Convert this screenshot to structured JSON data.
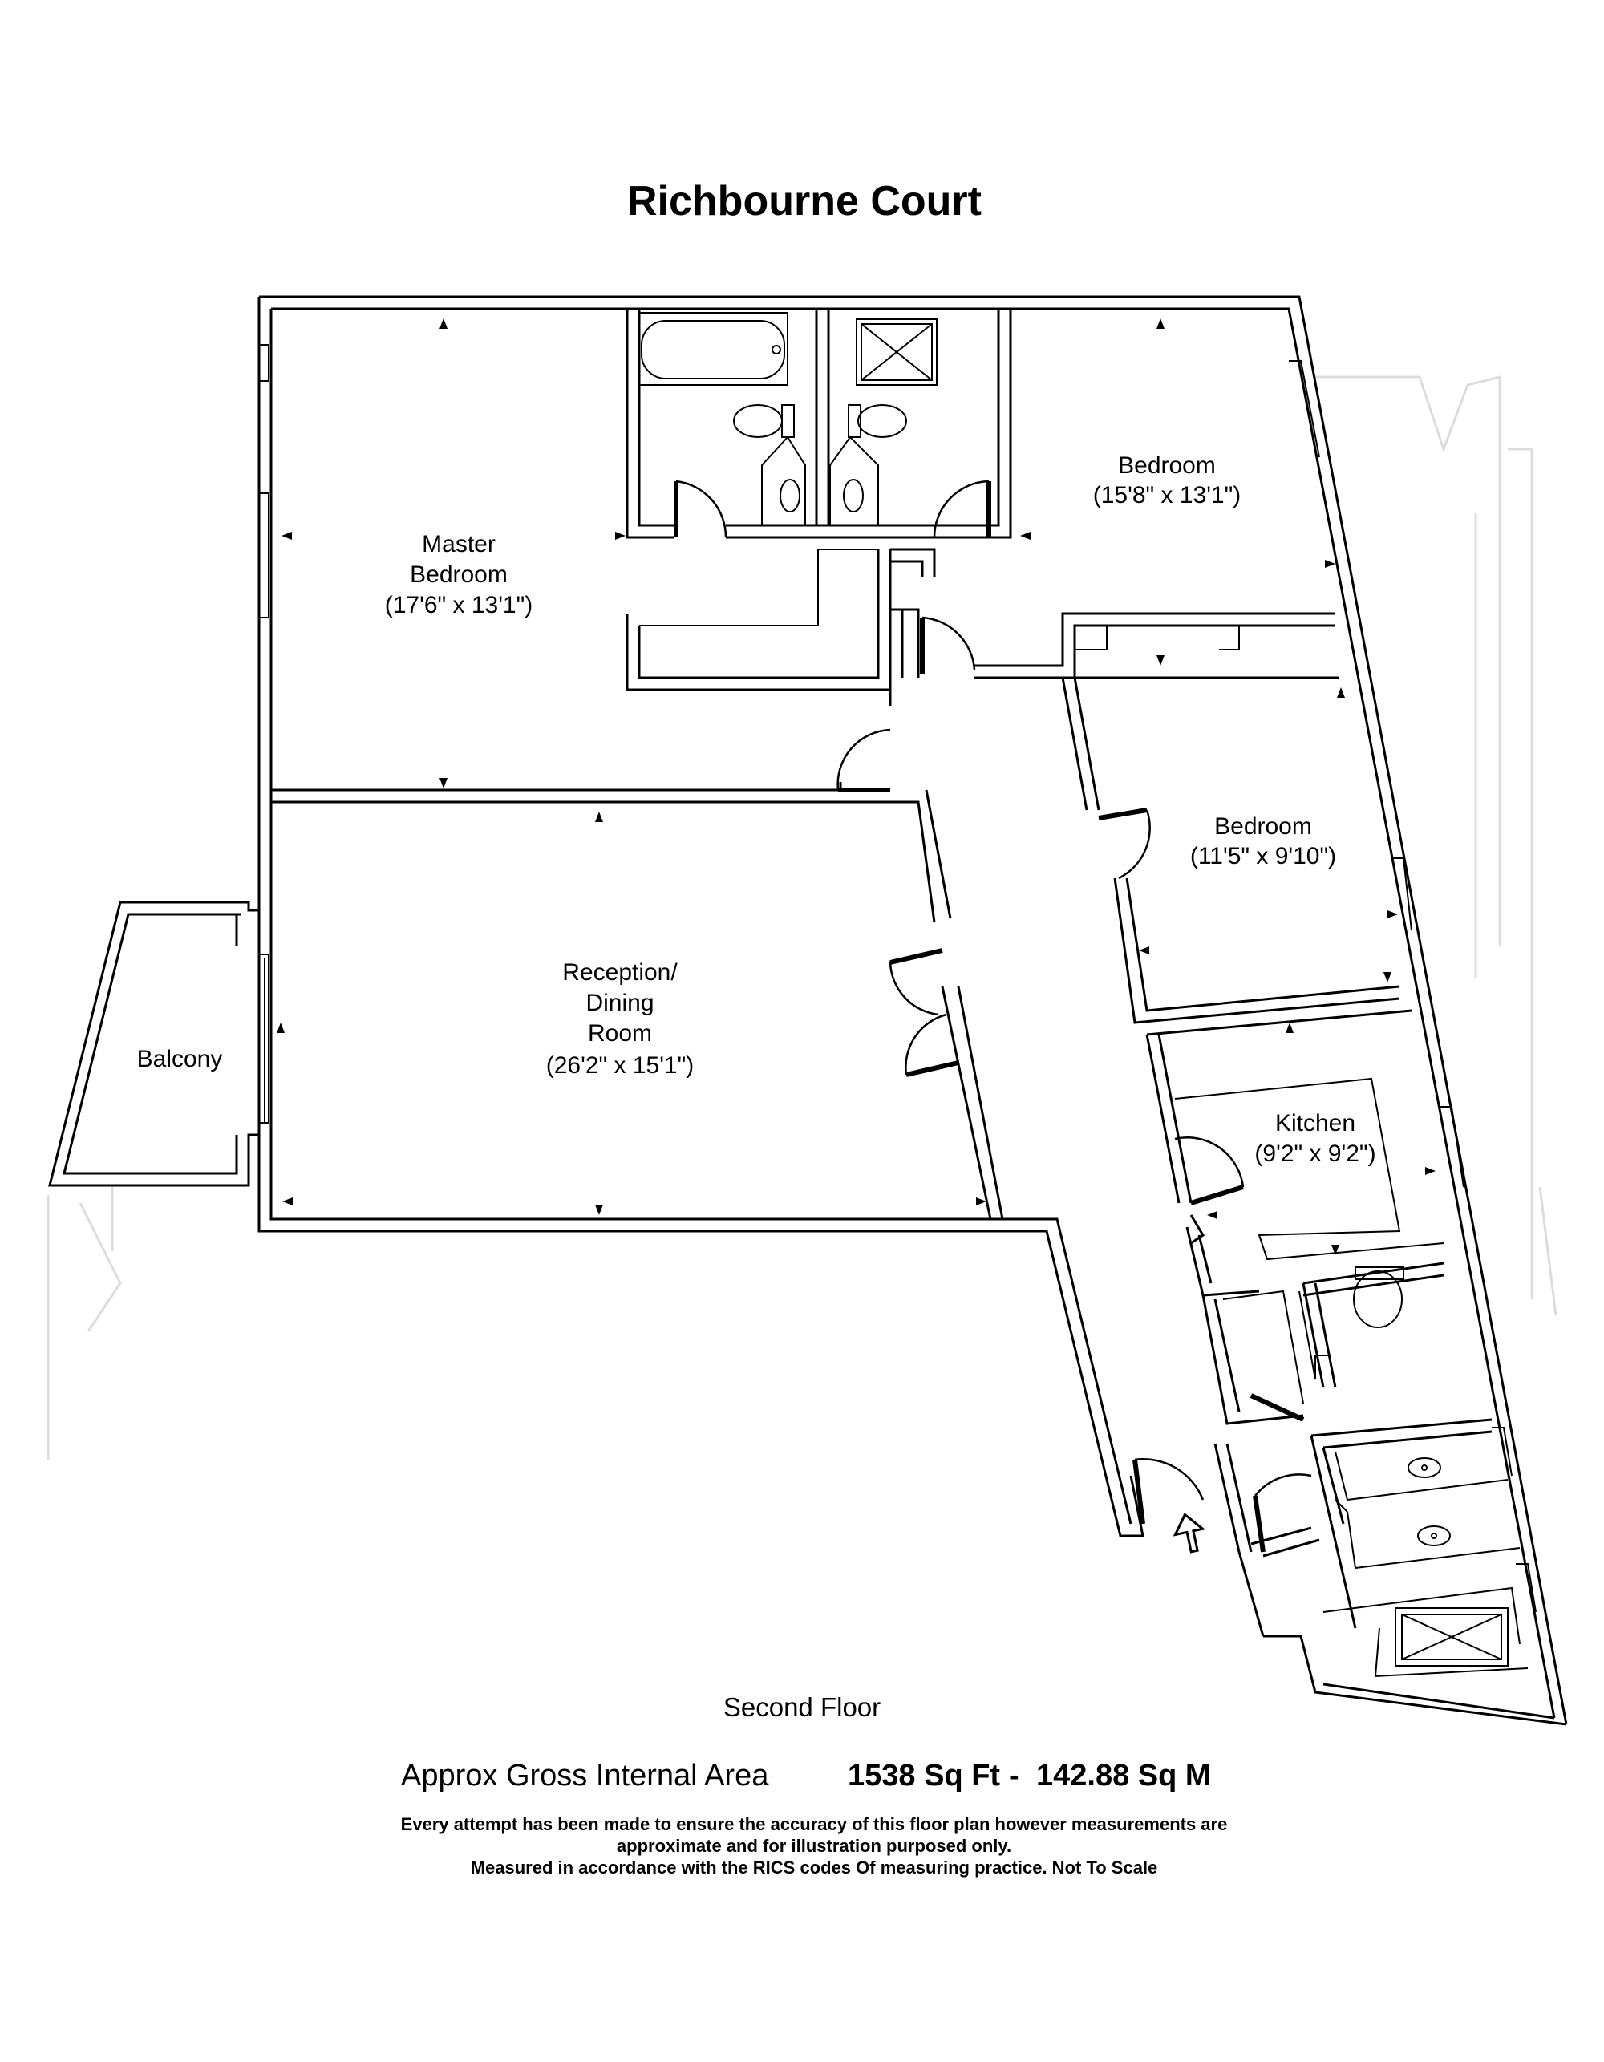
{
  "title": "Richbourne Court",
  "rooms": {
    "master_bedroom": {
      "name_line1": "Master",
      "name_line2": "Bedroom",
      "dims": "(17'6\" x 13'1\")"
    },
    "bedroom_top": {
      "name": "Bedroom",
      "dims": "(15'8\" x 13'1\")"
    },
    "bedroom_middle": {
      "name": "Bedroom",
      "dims": "(11'5\" x 9'10\")"
    },
    "reception": {
      "name_line1": "Reception/",
      "name_line2": "Dining",
      "name_line3": "Room",
      "dims": "(26'2\" x 15'1\")"
    },
    "balcony": {
      "name": "Balcony"
    },
    "kitchen": {
      "name": "Kitchen",
      "dims": "(9'2\" x 9'2\")"
    }
  },
  "floor_label": "Second Floor",
  "area": {
    "label": "Approx Gross Internal Area",
    "sqft": "1538 Sq Ft",
    "separator": "-",
    "sqm": "142.88 Sq M"
  },
  "disclaimer": {
    "line1": "Every attempt has been made to ensure the accuracy of this floor plan however measurements are",
    "line2": "approximate and for illustration purposed only.",
    "line3": "Measured in accordance with the RICS codes Of measuring practice. Not To Scale"
  }
}
